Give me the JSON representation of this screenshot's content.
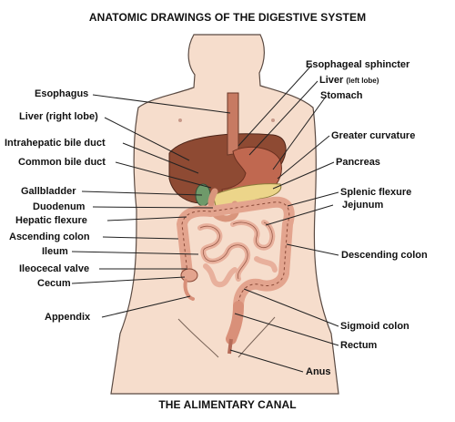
{
  "title": "ANATOMIC DRAWINGS OF THE DIGESTIVE SYSTEM",
  "caption": "THE ALIMENTARY CANAL",
  "labels_left": {
    "esophagus": "Esophagus",
    "liver_right_lobe": "Liver (right lobe)",
    "intrahepatic_bile_duct": "Intrahepatic bile duct",
    "common_bile_duct": "Common bile duct",
    "gallbladder": "Gallbladder",
    "duodenum": "Duodenum",
    "hepatic_flexure": "Hepatic flexure",
    "ascending_colon": "Ascending colon",
    "ileum": "Ileum",
    "ileocecal_valve": "Ileocecal valve",
    "cecum": "Cecum",
    "appendix": "Appendix"
  },
  "labels_right": {
    "esophageal_sphincter": "Esophageal sphincter",
    "liver": "Liver",
    "liver_note": "(left lobe)",
    "stomach": "Stomach",
    "greater_curvature": "Greater curvature",
    "pancreas": "Pancreas",
    "splenic_flexure": "Splenic flexure",
    "jejunum": "Jejunum",
    "descending_colon": "Descending colon",
    "sigmoid_colon": "Sigmoid colon",
    "rectum": "Rectum",
    "anus": "Anus"
  },
  "colors": {
    "skin": "#f6ddcc",
    "outline": "#5a4a42",
    "liver": "#8e4a33",
    "stomach": "#c06850",
    "intestine": "#e3a48e",
    "pancreas": "#ecd58a",
    "gallbladder": "#6f9a6a",
    "leader": "#222222"
  }
}
